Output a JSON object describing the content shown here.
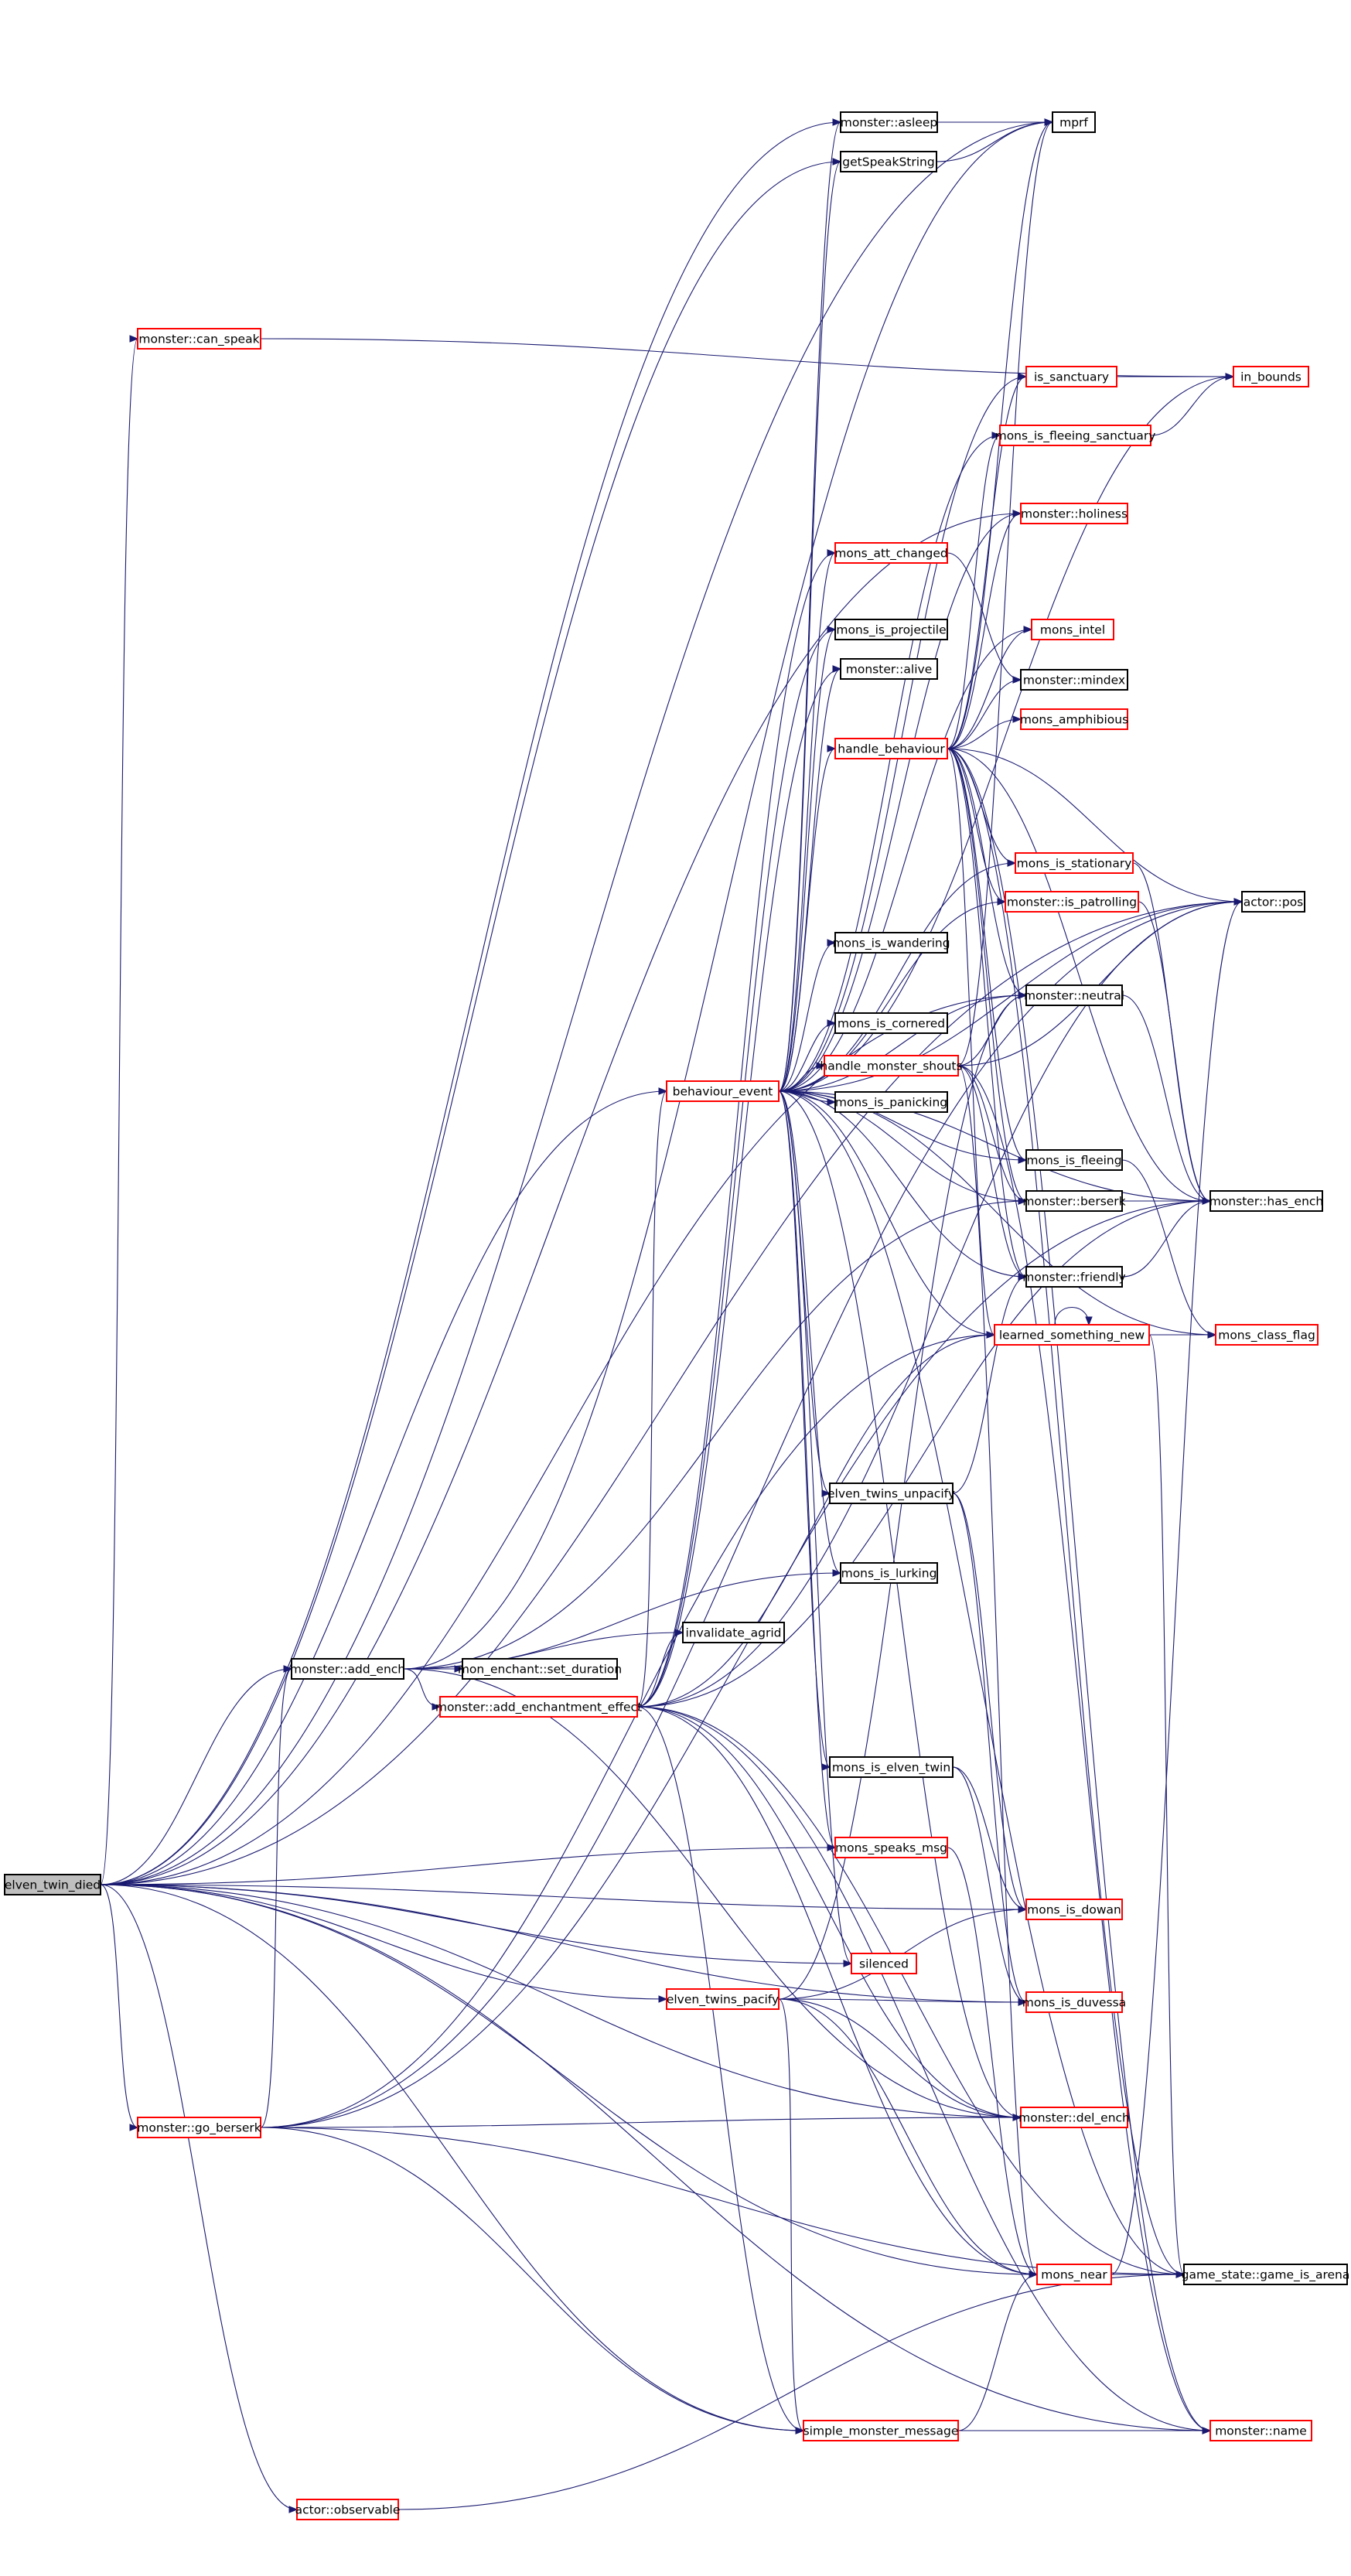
{
  "graph": {
    "type": "call-graph",
    "root": "n0",
    "colors": {
      "edge": "#191970",
      "node_border_documented": "#000000",
      "node_border_truncated": "#ff0000",
      "root_fill": "#bfbfbf",
      "background": "#ffffff"
    },
    "nodes": [
      {
        "id": "n0",
        "label": "elven_twin_died",
        "border": "black",
        "root": true
      },
      {
        "id": "n1",
        "label": "monster::asleep",
        "border": "black"
      },
      {
        "id": "n2",
        "label": "mprf",
        "border": "black"
      },
      {
        "id": "n3",
        "label": "getSpeakString",
        "border": "black"
      },
      {
        "id": "n4",
        "label": "monster::can_speak",
        "border": "red"
      },
      {
        "id": "n5",
        "label": "is_sanctuary",
        "border": "red"
      },
      {
        "id": "n6",
        "label": "in_bounds",
        "border": "red"
      },
      {
        "id": "n7",
        "label": "mons_is_fleeing_sanctuary",
        "border": "red"
      },
      {
        "id": "n8",
        "label": "monster::holiness",
        "border": "red"
      },
      {
        "id": "n9",
        "label": "mons_att_changed",
        "border": "red"
      },
      {
        "id": "n10",
        "label": "mons_is_projectile",
        "border": "black"
      },
      {
        "id": "n11",
        "label": "mons_intel",
        "border": "red"
      },
      {
        "id": "n12",
        "label": "monster::alive",
        "border": "black"
      },
      {
        "id": "n13",
        "label": "monster::mindex",
        "border": "black"
      },
      {
        "id": "n14",
        "label": "mons_amphibious",
        "border": "red"
      },
      {
        "id": "n15",
        "label": "handle_behaviour",
        "border": "red"
      },
      {
        "id": "n16",
        "label": "mons_is_stationary",
        "border": "red"
      },
      {
        "id": "n17",
        "label": "actor::pos",
        "border": "black"
      },
      {
        "id": "n18",
        "label": "monster::is_patrolling",
        "border": "red"
      },
      {
        "id": "n19",
        "label": "mons_is_wandering",
        "border": "black"
      },
      {
        "id": "n20",
        "label": "monster::neutral",
        "border": "black"
      },
      {
        "id": "n21",
        "label": "mons_is_cornered",
        "border": "black"
      },
      {
        "id": "n22",
        "label": "handle_monster_shouts",
        "border": "red"
      },
      {
        "id": "n23",
        "label": "behaviour_event",
        "border": "red"
      },
      {
        "id": "n24",
        "label": "mons_is_panicking",
        "border": "black"
      },
      {
        "id": "n25",
        "label": "mons_is_fleeing",
        "border": "black"
      },
      {
        "id": "n26",
        "label": "monster::has_ench",
        "border": "black"
      },
      {
        "id": "n27",
        "label": "monster::berserk",
        "border": "black"
      },
      {
        "id": "n28",
        "label": "monster::friendly",
        "border": "black"
      },
      {
        "id": "n29",
        "label": "learned_something_new",
        "border": "red"
      },
      {
        "id": "n30",
        "label": "mons_class_flag",
        "border": "red"
      },
      {
        "id": "n31",
        "label": "elven_twins_unpacify",
        "border": "black"
      },
      {
        "id": "n32",
        "label": "mons_is_lurking",
        "border": "black"
      },
      {
        "id": "n33",
        "label": "invalidate_agrid",
        "border": "black"
      },
      {
        "id": "n34",
        "label": "monster::add_ench",
        "border": "black"
      },
      {
        "id": "n35",
        "label": "mon_enchant::set_duration",
        "border": "black"
      },
      {
        "id": "n36",
        "label": "monster::add_enchantment_effect",
        "border": "red"
      },
      {
        "id": "n37",
        "label": "mons_is_elven_twin",
        "border": "black"
      },
      {
        "id": "n38",
        "label": "mons_speaks_msg",
        "border": "red"
      },
      {
        "id": "n39",
        "label": "mons_is_dowan",
        "border": "red"
      },
      {
        "id": "n40",
        "label": "silenced",
        "border": "red"
      },
      {
        "id": "n41",
        "label": "elven_twins_pacify",
        "border": "red"
      },
      {
        "id": "n42",
        "label": "mons_is_duvessa",
        "border": "red"
      },
      {
        "id": "n43",
        "label": "monster::go_berserk",
        "border": "red"
      },
      {
        "id": "n44",
        "label": "monster::del_ench",
        "border": "red"
      },
      {
        "id": "n45",
        "label": "mons_near",
        "border": "red"
      },
      {
        "id": "n46",
        "label": "game_state::game_is_arena",
        "border": "black"
      },
      {
        "id": "n47",
        "label": "simple_monster_message",
        "border": "red"
      },
      {
        "id": "n48",
        "label": "monster::name",
        "border": "red"
      },
      {
        "id": "n49",
        "label": "actor::observable",
        "border": "red"
      }
    ],
    "edges": [
      [
        "n0",
        "n2"
      ],
      [
        "n0",
        "n17"
      ],
      [
        "n0",
        "n1"
      ],
      [
        "n0",
        "n3"
      ],
      [
        "n0",
        "n4"
      ],
      [
        "n0",
        "n8"
      ],
      [
        "n0",
        "n20"
      ],
      [
        "n0",
        "n23"
      ],
      [
        "n0",
        "n34"
      ],
      [
        "n0",
        "n38"
      ],
      [
        "n0",
        "n39"
      ],
      [
        "n0",
        "n40"
      ],
      [
        "n0",
        "n41"
      ],
      [
        "n0",
        "n43"
      ],
      [
        "n0",
        "n45"
      ],
      [
        "n0",
        "n47"
      ],
      [
        "n0",
        "n49"
      ],
      [
        "n0",
        "n48"
      ],
      [
        "n0",
        "n42"
      ],
      [
        "n0",
        "n44"
      ],
      [
        "n4",
        "n6"
      ],
      [
        "n1",
        "n2"
      ],
      [
        "n3",
        "n2"
      ],
      [
        "n5",
        "n6"
      ],
      [
        "n7",
        "n6"
      ],
      [
        "n15",
        "n5"
      ],
      [
        "n15",
        "n7"
      ],
      [
        "n15",
        "n8"
      ],
      [
        "n15",
        "n11"
      ],
      [
        "n15",
        "n13"
      ],
      [
        "n15",
        "n14"
      ],
      [
        "n15",
        "n16"
      ],
      [
        "n15",
        "n18"
      ],
      [
        "n15",
        "n17"
      ],
      [
        "n15",
        "n20"
      ],
      [
        "n15",
        "n25"
      ],
      [
        "n15",
        "n27"
      ],
      [
        "n15",
        "n28"
      ],
      [
        "n15",
        "n26"
      ],
      [
        "n15",
        "n29"
      ],
      [
        "n15",
        "n46"
      ],
      [
        "n15",
        "n48"
      ],
      [
        "n15",
        "n2"
      ],
      [
        "n9",
        "n13"
      ],
      [
        "n22",
        "n17"
      ],
      [
        "n22",
        "n20"
      ],
      [
        "n22",
        "n28"
      ],
      [
        "n22",
        "n27"
      ],
      [
        "n22",
        "n45"
      ],
      [
        "n22",
        "n48"
      ],
      [
        "n22",
        "n2"
      ],
      [
        "n23",
        "n1"
      ],
      [
        "n23",
        "n3"
      ],
      [
        "n23",
        "n5"
      ],
      [
        "n23",
        "n7"
      ],
      [
        "n23",
        "n8"
      ],
      [
        "n23",
        "n9"
      ],
      [
        "n23",
        "n10"
      ],
      [
        "n23",
        "n11"
      ],
      [
        "n23",
        "n12"
      ],
      [
        "n23",
        "n15"
      ],
      [
        "n23",
        "n16"
      ],
      [
        "n23",
        "n18"
      ],
      [
        "n23",
        "n19"
      ],
      [
        "n23",
        "n20"
      ],
      [
        "n23",
        "n21"
      ],
      [
        "n23",
        "n22"
      ],
      [
        "n23",
        "n24"
      ],
      [
        "n23",
        "n25"
      ],
      [
        "n23",
        "n27"
      ],
      [
        "n23",
        "n28"
      ],
      [
        "n23",
        "n29"
      ],
      [
        "n23",
        "n30"
      ],
      [
        "n23",
        "n31"
      ],
      [
        "n23",
        "n32"
      ],
      [
        "n23",
        "n37"
      ],
      [
        "n23",
        "n38"
      ],
      [
        "n23",
        "n40"
      ],
      [
        "n23",
        "n26"
      ],
      [
        "n23",
        "n17"
      ],
      [
        "n23",
        "n46"
      ],
      [
        "n23",
        "n6"
      ],
      [
        "n23",
        "n44"
      ],
      [
        "n20",
        "n26"
      ],
      [
        "n25",
        "n30"
      ],
      [
        "n27",
        "n26"
      ],
      [
        "n28",
        "n26"
      ],
      [
        "n29",
        "n29"
      ],
      [
        "n29",
        "n30"
      ],
      [
        "n29",
        "n46"
      ],
      [
        "n16",
        "n26"
      ],
      [
        "n18",
        "n26"
      ],
      [
        "n31",
        "n28"
      ],
      [
        "n31",
        "n39"
      ],
      [
        "n31",
        "n42"
      ],
      [
        "n34",
        "n33"
      ],
      [
        "n34",
        "n35"
      ],
      [
        "n34",
        "n36"
      ],
      [
        "n34",
        "n2"
      ],
      [
        "n34",
        "n27"
      ],
      [
        "n34",
        "n44"
      ],
      [
        "n34",
        "n32"
      ],
      [
        "n36",
        "n23"
      ],
      [
        "n36",
        "n9"
      ],
      [
        "n36",
        "n12"
      ],
      [
        "n36",
        "n10"
      ],
      [
        "n36",
        "n33"
      ],
      [
        "n36",
        "n17"
      ],
      [
        "n36",
        "n26"
      ],
      [
        "n36",
        "n44"
      ],
      [
        "n36",
        "n45"
      ],
      [
        "n36",
        "n47"
      ],
      [
        "n36",
        "n48"
      ],
      [
        "n36",
        "n29"
      ],
      [
        "n36",
        "n46"
      ],
      [
        "n37",
        "n39"
      ],
      [
        "n37",
        "n42"
      ],
      [
        "n38",
        "n45"
      ],
      [
        "n41",
        "n20"
      ],
      [
        "n41",
        "n39"
      ],
      [
        "n41",
        "n42"
      ],
      [
        "n41",
        "n44"
      ],
      [
        "n41",
        "n45"
      ],
      [
        "n41",
        "n47"
      ],
      [
        "n43",
        "n34"
      ],
      [
        "n43",
        "n29"
      ],
      [
        "n43",
        "n26"
      ],
      [
        "n43",
        "n44"
      ],
      [
        "n43",
        "n47"
      ],
      [
        "n43",
        "n46"
      ],
      [
        "n43",
        "n17"
      ],
      [
        "n45",
        "n46"
      ],
      [
        "n45",
        "n17"
      ],
      [
        "n47",
        "n45"
      ],
      [
        "n47",
        "n48"
      ],
      [
        "n49",
        "n46"
      ]
    ]
  }
}
